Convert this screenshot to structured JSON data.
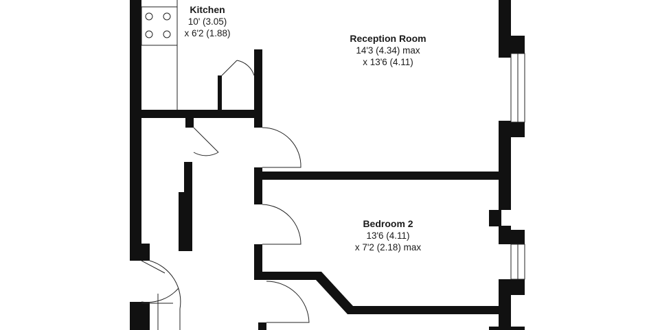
{
  "rooms": {
    "kitchen": {
      "name": "Kitchen",
      "dim1": "10' (3.05)",
      "dim2": "x 6'2 (1.88)"
    },
    "reception": {
      "name": "Reception Room",
      "dim1": "14'3 (4.34) max",
      "dim2": "x 13'6 (4.11)"
    },
    "bedroom2": {
      "name": "Bedroom 2",
      "dim1": "13'6 (4.11)",
      "dim2": "x 7'2 (2.18) max"
    }
  },
  "colors": {
    "wall": "#111111",
    "line": "#222222",
    "background": "#ffffff"
  }
}
